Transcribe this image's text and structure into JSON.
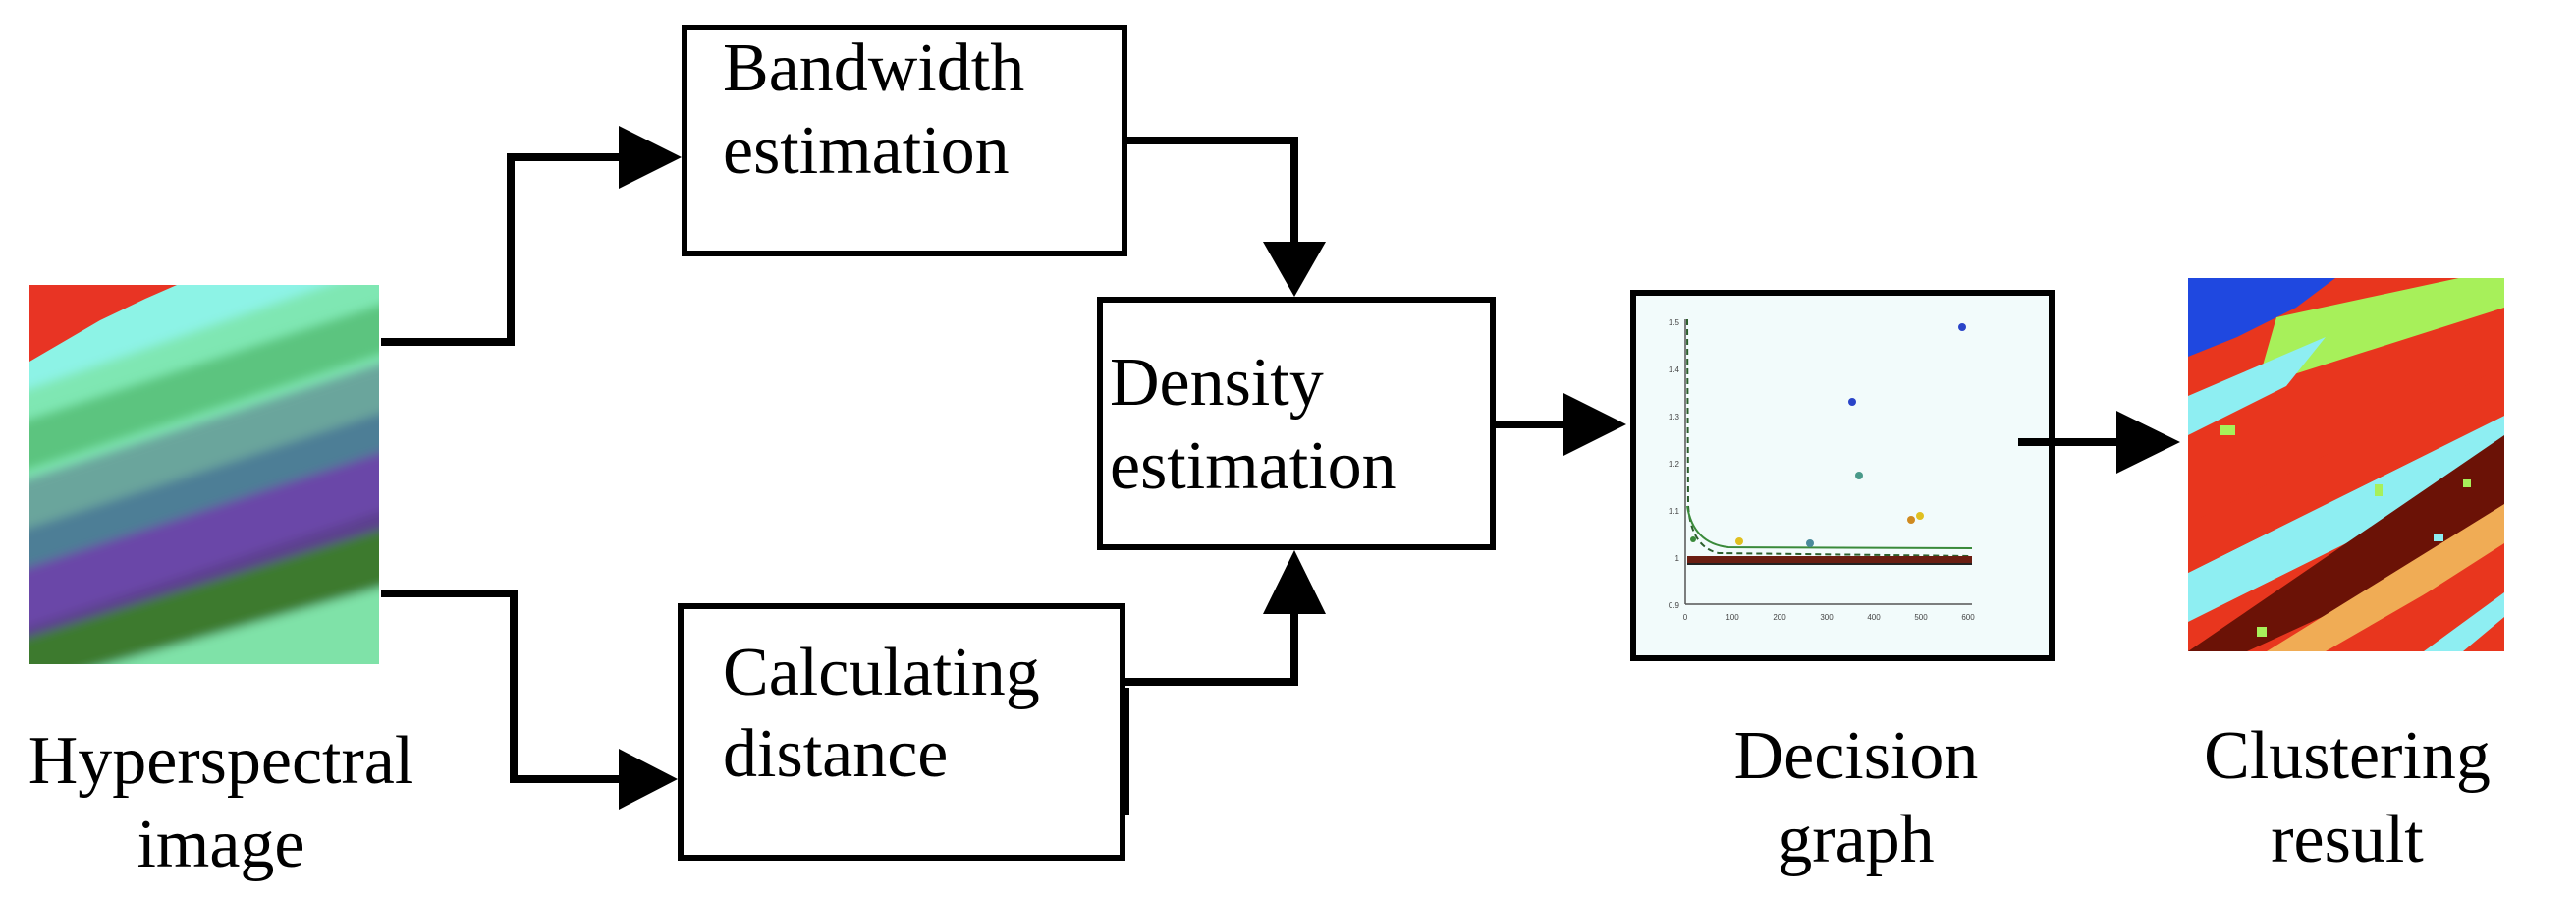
{
  "boxes": {
    "bandwidth": {
      "line1": "Bandwidth",
      "line2": "estimation"
    },
    "distance": {
      "line1": "Calculating",
      "line2": "distance"
    },
    "density": {
      "line1": "Density",
      "line2": "estimation"
    }
  },
  "captions": {
    "hyperspectral": {
      "line1": "Hyperspectral",
      "line2": "image"
    },
    "decision": {
      "line1": "Decision",
      "line2": "graph"
    },
    "clustering": {
      "line1": "Clustering",
      "line2": "result"
    }
  },
  "decision_graph": {
    "y_ticks": [
      "1.5",
      "1.4",
      "1.3",
      "1.2",
      "1.1",
      "1",
      "0.9"
    ],
    "x_ticks": [
      "0",
      "100",
      "200",
      "300",
      "400",
      "500",
      "600"
    ]
  },
  "colors": {
    "stroke": "#000000",
    "graph_bg": "#f2fbfb",
    "cluster_red": "#e8361e",
    "cluster_cyan": "#8eeef2",
    "cluster_maroon": "#6b1206",
    "cluster_green": "#a7f05a",
    "cluster_blue": "#1f48e0",
    "cluster_orange": "#f0ac55"
  }
}
